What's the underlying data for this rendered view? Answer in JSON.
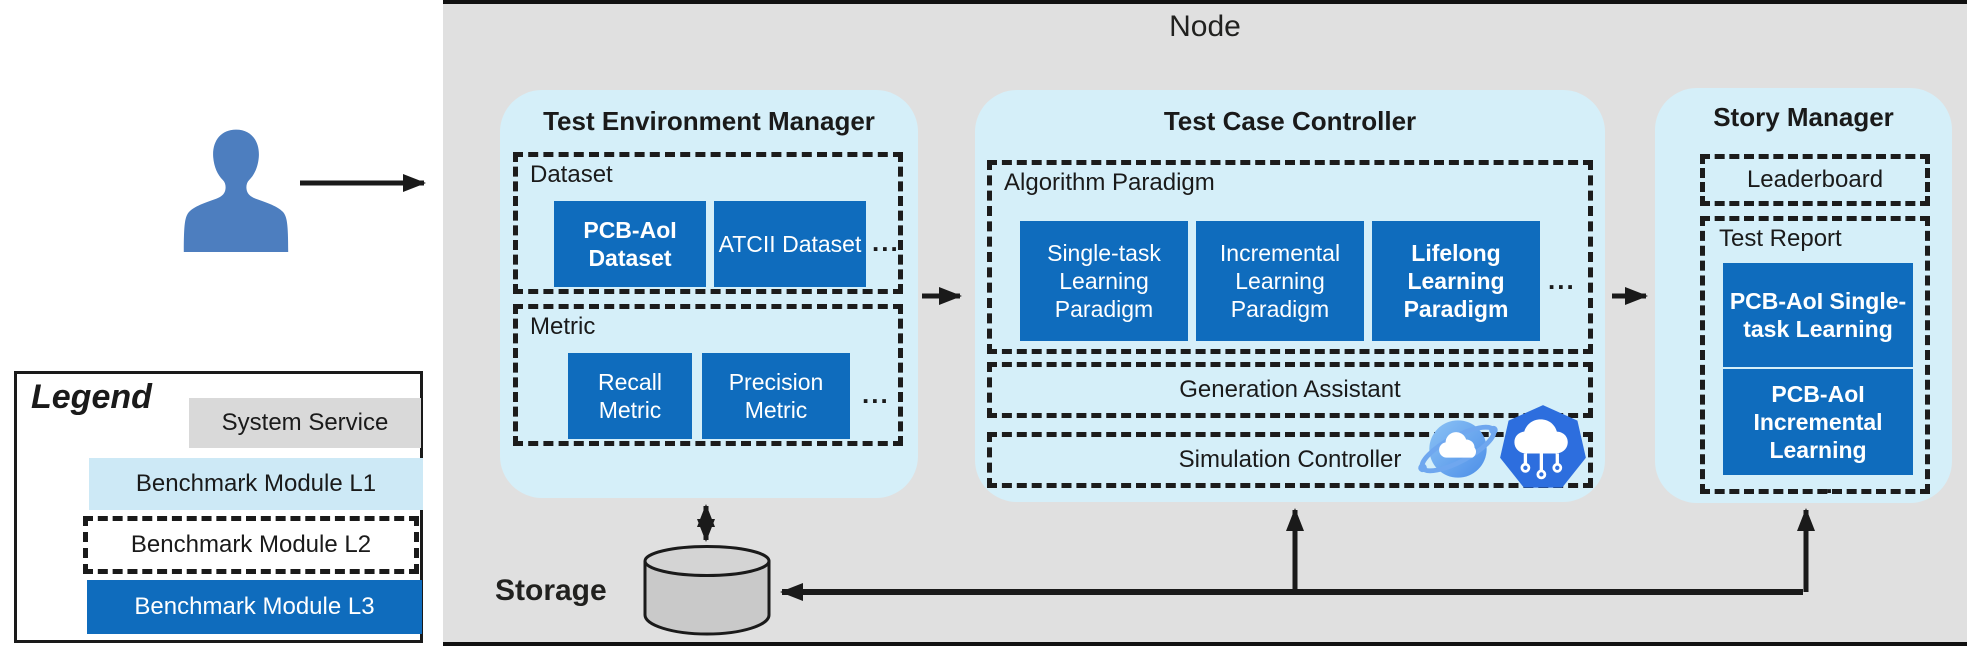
{
  "node_title": "Node",
  "ellipsis": "...",
  "legend": {
    "title": "Legend",
    "system_service": "System Service",
    "module_l1": "Benchmark Module L1",
    "module_l2": "Benchmark Module L2",
    "module_l3": "Benchmark Module L3"
  },
  "tem": {
    "title": "Test Environment Manager",
    "dataset_label": "Dataset",
    "dataset_items": [
      "PCB-AoI Dataset",
      "ATCII Dataset"
    ],
    "metric_label": "Metric",
    "metric_items": [
      "Recall Metric",
      "Precision Metric"
    ]
  },
  "tcc": {
    "title": "Test Case Controller",
    "algorithm_label": "Algorithm Paradigm",
    "paradigms": [
      "Single-task Learning Paradigm",
      "Incremental Learning Paradigm",
      "Lifelong Learning Paradigm"
    ],
    "generation_assistant": "Generation Assistant",
    "simulation_controller": "Simulation Controller"
  },
  "story_manager": {
    "title": "Story Manager",
    "leaderboard": "Leaderboard",
    "test_report_label": "Test Report",
    "reports": [
      "PCB-AoI Single-task Learning",
      "PCB-AoI Incremental Learning"
    ]
  },
  "storage_label": "Storage",
  "icons": {
    "user": "person-silhouette-icon",
    "storage": "database-cylinder-icon",
    "simulation": [
      "orbit-cloud-icon",
      "kubeedge-heptagon-cloud-icon"
    ]
  },
  "colors": {
    "module_blue": "#0f6cbd",
    "container_light_blue": "#d5eff9",
    "legend_l1_blue": "#cde9f6",
    "system_gray": "#d9d9d9",
    "node_gray": "#e0e0e0",
    "person_blue": "#4d7ebf",
    "kubeedge_blue": "#2d6ede",
    "line_black": "#1a1a1a"
  }
}
